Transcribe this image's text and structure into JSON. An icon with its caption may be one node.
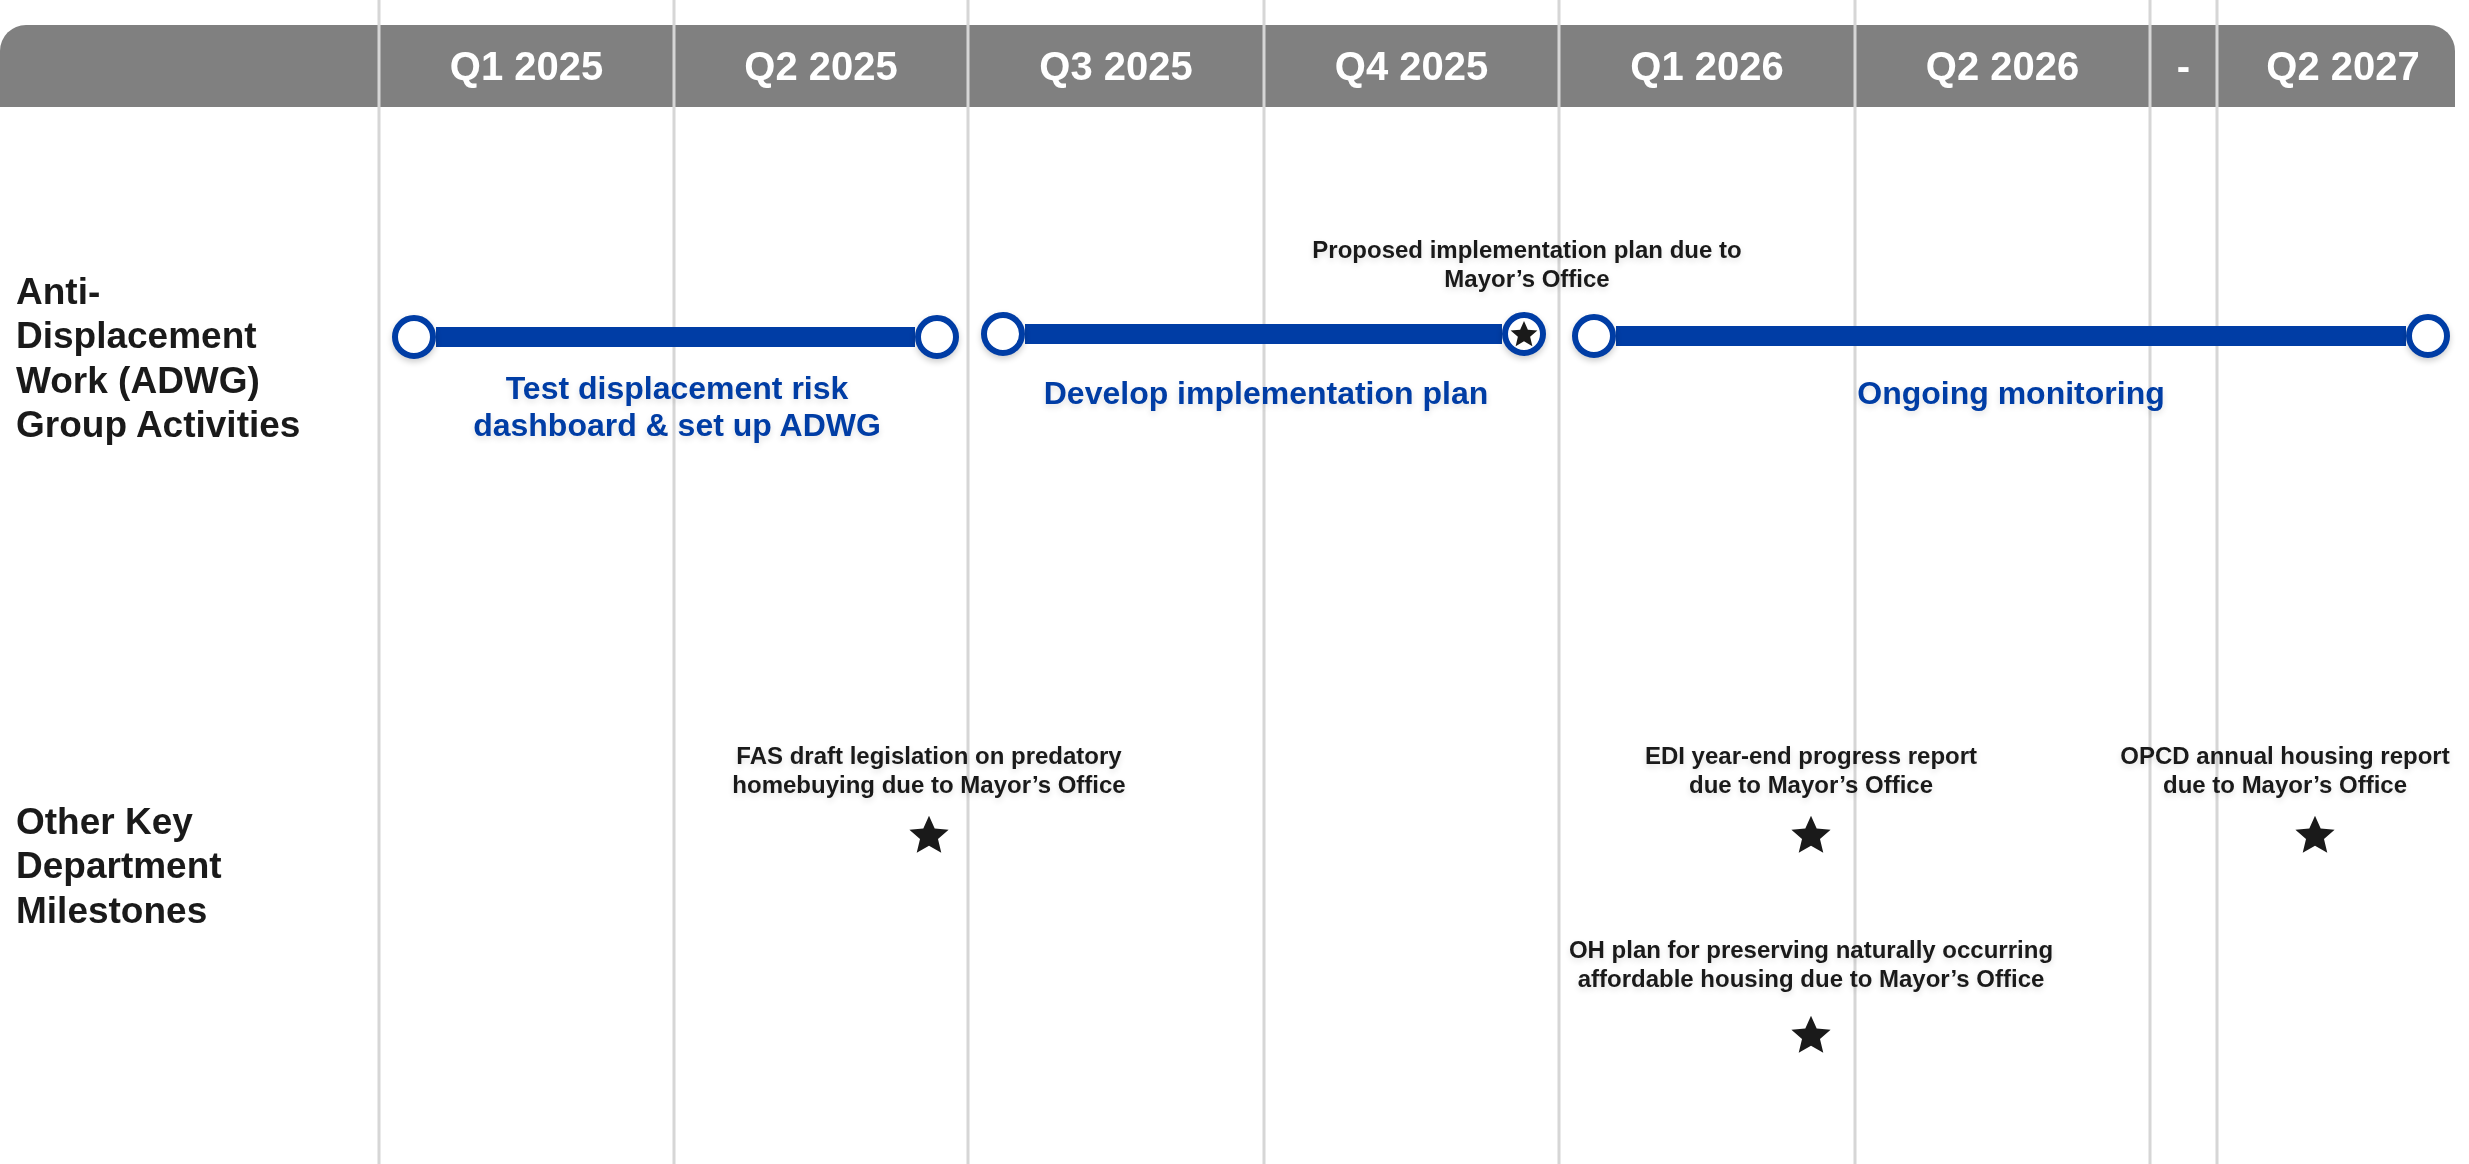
{
  "diagram": {
    "nodes": [
      {
        "text": [],
        "shape": "circle"
      },
      {
        "text": [],
        "shape": "circle"
      },
      {
        "text": [],
        "shape": "circle"
      },
      {
        "text": [],
        "shape": "circle"
      },
      {
        "text": [],
        "shape": "circle"
      },
      {
        "text": [],
        "shape": "circle"
      }
    ],
    "edges": [
      {
        "from": 0,
        "to": 1,
        "arrow": "none",
        "label": "Test displacement risk dashboard & set up ADWG"
      },
      {
        "from": 2,
        "to": 3,
        "arrow": "none",
        "label": "Develop implementation plan"
      },
      {
        "from": 4,
        "to": 5,
        "arrow": "none",
        "label": "Ongoing monitoring"
      }
    ],
    "labels": [
      "Q1 2025",
      "Q2 2025",
      "Q3 2025",
      "Q4 2025",
      "Q1 2026",
      "Q2 2026",
      "-",
      "Q2 2027",
      "Anti-Displacement Work (ADWG) Group Activities",
      "Proposed implementation plan due to Mayor’s Office",
      "Other Key Department Milestones",
      "FAS draft legislation on predatory homebuying due to Mayor’s Office",
      "EDI year-end progress report due to Mayor’s Office",
      "OPCD annual housing report due to Mayor’s Office",
      "OH plan for preserving naturally occurring affordable housing due to Mayor’s Office"
    ]
  }
}
